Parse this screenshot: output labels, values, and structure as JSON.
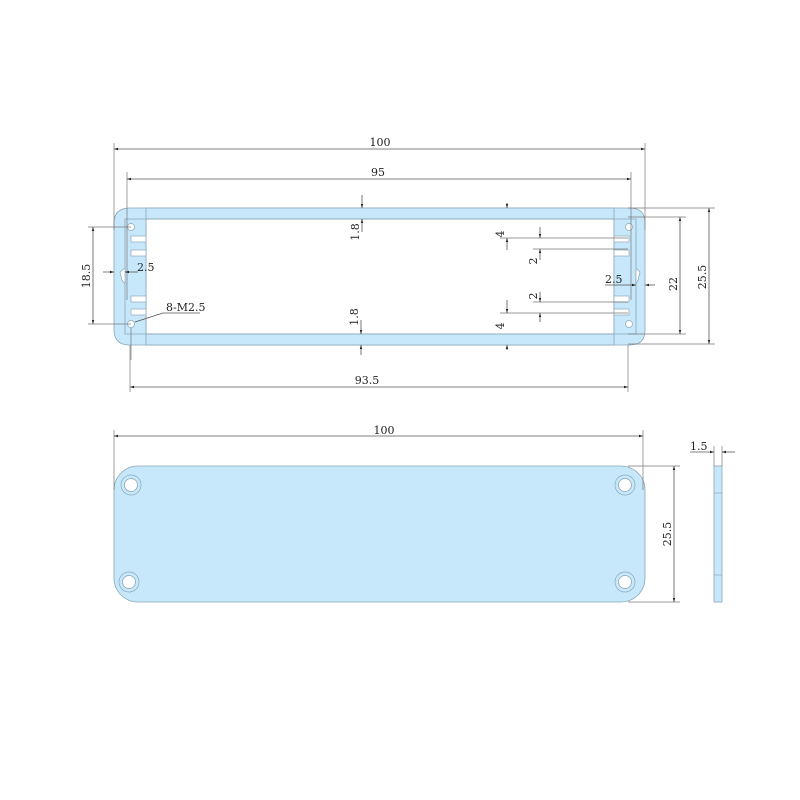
{
  "drawing": {
    "colors": {
      "part_fill": "#c7e8fa",
      "part_stroke": "#8aa8b8",
      "dimension_line": "#555555"
    },
    "profile_view": {
      "dimensions": {
        "overall_width": "100",
        "inner_width": "95",
        "bottom_width": "93.5",
        "slot_span_left": "18.5",
        "left_groove_depth": "2.5",
        "screw_spec": "8-M2.5",
        "top_wall": "1.8",
        "bottom_wall": "1.8",
        "top_slot_offset": "4",
        "top_slot_width": "2",
        "bottom_slot_width": "2",
        "bottom_slot_offset": "4",
        "right_groove_depth": "2.5",
        "inner_height": "22",
        "overall_height": "25.5"
      }
    },
    "end_plate_front": {
      "dimensions": {
        "width": "100",
        "height": "25.5"
      }
    },
    "end_plate_side": {
      "dimensions": {
        "thickness": "1.5"
      }
    }
  }
}
